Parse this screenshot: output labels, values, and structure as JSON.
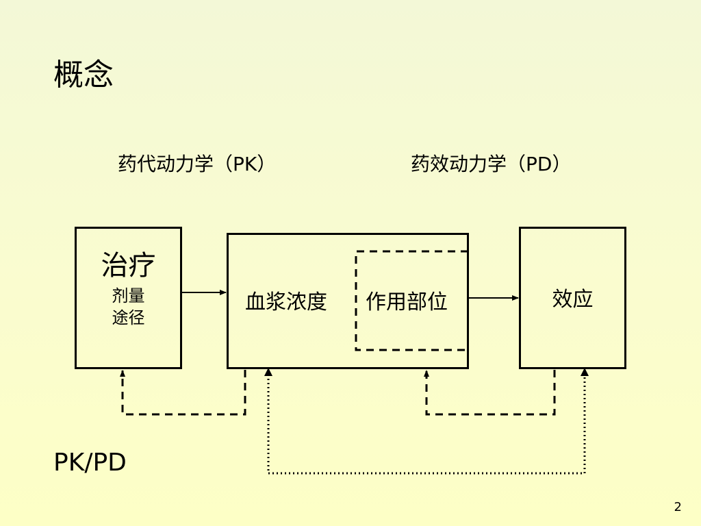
{
  "slide": {
    "title": "概念",
    "pk_label": "药代动力学（PK）",
    "pd_label": "药效动力学（PD）",
    "pkpd_label": "PK/PD",
    "page_number": "2"
  },
  "diagram": {
    "treatment": {
      "main": "治疗",
      "sub_line1": "剂量",
      "sub_line2": "途径"
    },
    "plasma_concentration": "血浆浓度",
    "action_site": "作用部位",
    "effect": "效应"
  }
}
